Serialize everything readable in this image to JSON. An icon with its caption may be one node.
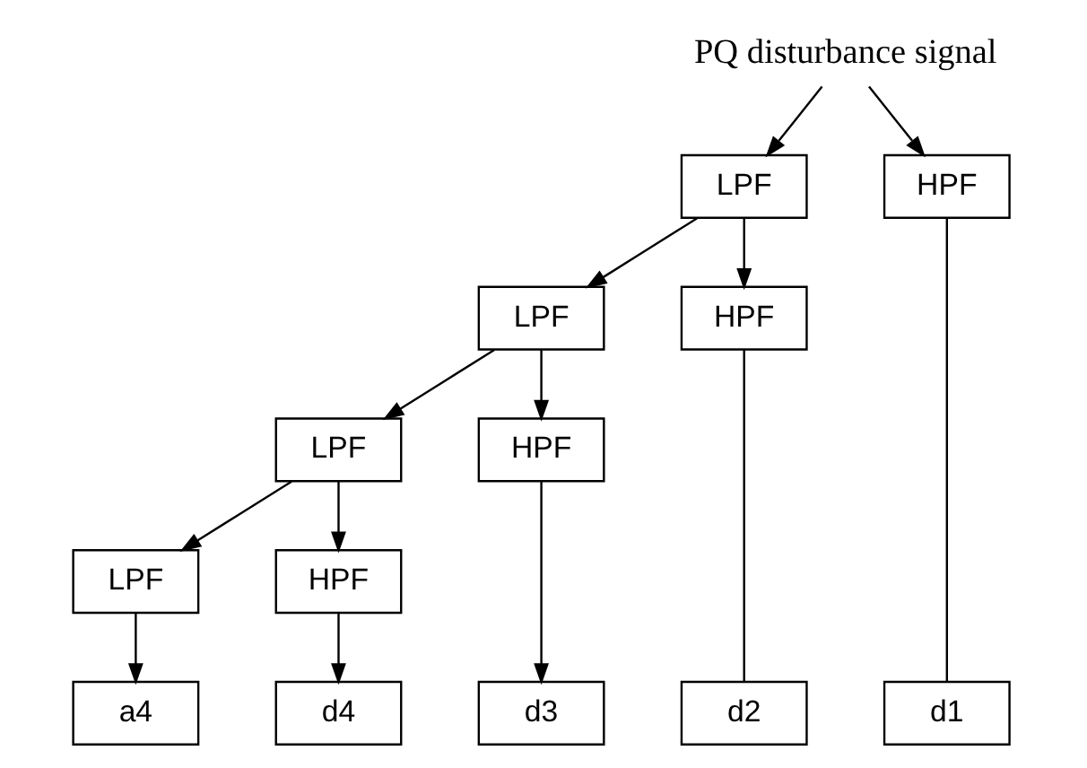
{
  "diagram": {
    "nodes": [
      {
        "text": [
          "PQ disturbance signal"
        ]
      },
      {
        "text": [
          "LPF"
        ]
      },
      {
        "text": [
          "HPF"
        ]
      },
      {
        "text": [
          "LPF"
        ]
      },
      {
        "text": [
          "HPF"
        ]
      },
      {
        "text": [
          "LPF"
        ]
      },
      {
        "text": [
          "HPF"
        ]
      },
      {
        "text": [
          "LPF"
        ]
      },
      {
        "text": [
          "HPF"
        ]
      },
      {
        "text": [
          "a4"
        ]
      },
      {
        "text": [
          "d4"
        ]
      },
      {
        "text": [
          "d3"
        ]
      },
      {
        "text": [
          "d2"
        ]
      },
      {
        "text": [
          "d1"
        ]
      }
    ],
    "edges": [
      {
        "from": 0,
        "to": 1,
        "arrow": "to"
      },
      {
        "from": 0,
        "to": 2,
        "arrow": "to"
      },
      {
        "from": 1,
        "to": 3,
        "arrow": "to"
      },
      {
        "from": 1,
        "to": 4,
        "arrow": "to"
      },
      {
        "from": 3,
        "to": 5,
        "arrow": "to"
      },
      {
        "from": 3,
        "to": 6,
        "arrow": "to"
      },
      {
        "from": 5,
        "to": 7,
        "arrow": "to"
      },
      {
        "from": 5,
        "to": 8,
        "arrow": "to"
      },
      {
        "from": 7,
        "to": 9,
        "arrow": "to"
      },
      {
        "from": 8,
        "to": 10,
        "arrow": "to"
      },
      {
        "from": 6,
        "to": 11,
        "arrow": "to"
      },
      {
        "from": 4,
        "to": 12,
        "arrow": "none"
      },
      {
        "from": 2,
        "to": 13,
        "arrow": "none"
      }
    ]
  }
}
